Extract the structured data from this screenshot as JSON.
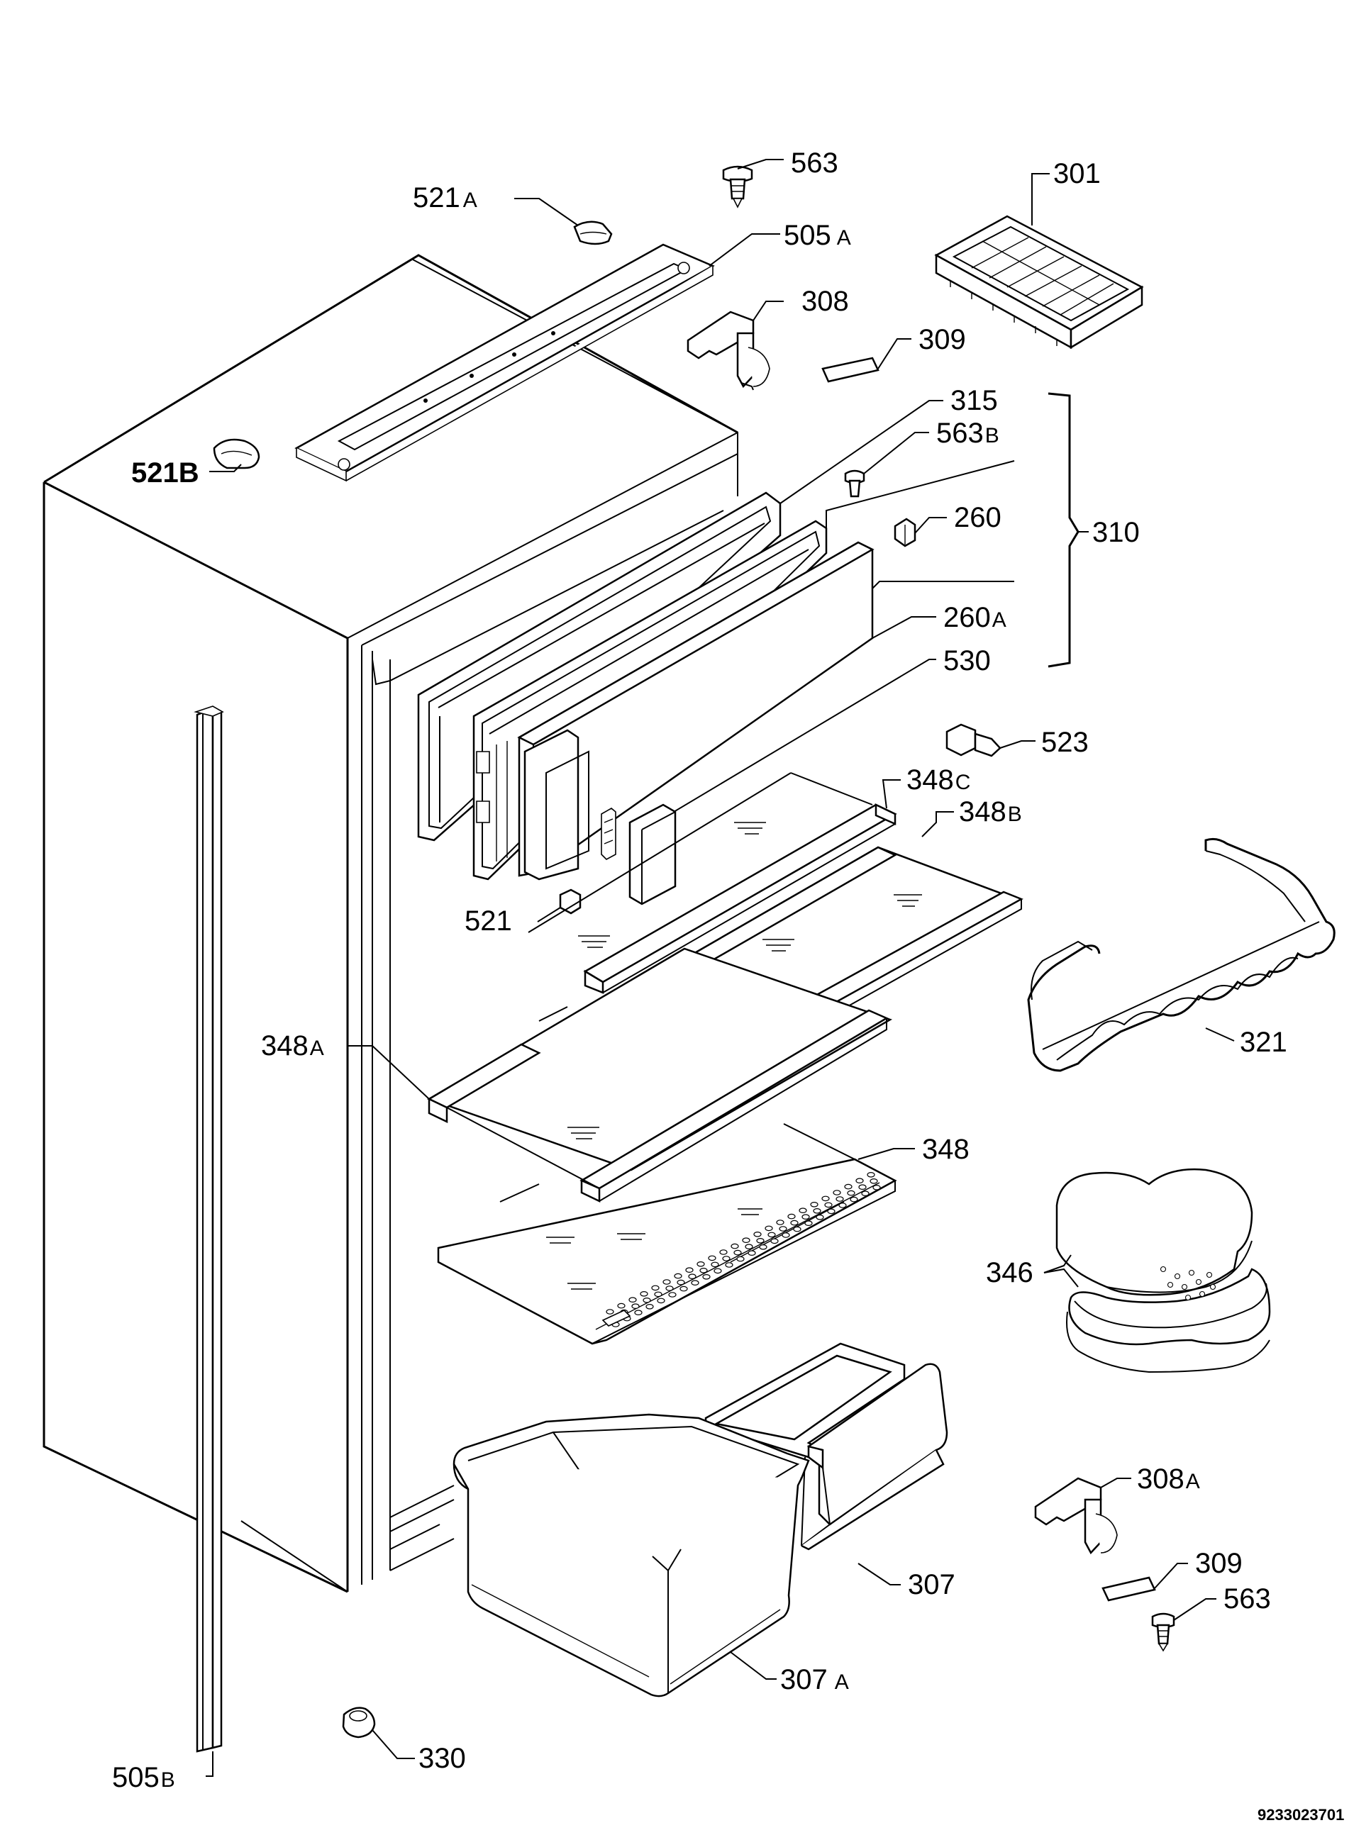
{
  "diagram": {
    "document_number": "9233023701",
    "callouts": [
      {
        "id": "c563a",
        "num": "563",
        "suffix": ""
      },
      {
        "id": "c521a",
        "num": "521",
        "suffix": "A"
      },
      {
        "id": "c505a",
        "num": "505",
        "suffix": "A"
      },
      {
        "id": "c301",
        "num": "301",
        "suffix": ""
      },
      {
        "id": "c308",
        "num": "308",
        "suffix": ""
      },
      {
        "id": "c309a",
        "num": "309",
        "suffix": ""
      },
      {
        "id": "c315",
        "num": "315",
        "suffix": ""
      },
      {
        "id": "c563b",
        "num": "563",
        "suffix": "B"
      },
      {
        "id": "c521b",
        "num": "521B",
        "suffix": ""
      },
      {
        "id": "c260",
        "num": "260",
        "suffix": ""
      },
      {
        "id": "c310",
        "num": "310",
        "suffix": ""
      },
      {
        "id": "c260a",
        "num": "260",
        "suffix": "A"
      },
      {
        "id": "c530",
        "num": "530",
        "suffix": ""
      },
      {
        "id": "c523",
        "num": "523",
        "suffix": ""
      },
      {
        "id": "c348c",
        "num": "348",
        "suffix": "C"
      },
      {
        "id": "c348b",
        "num": "348",
        "suffix": "B"
      },
      {
        "id": "c521",
        "num": "521",
        "suffix": ""
      },
      {
        "id": "c348a",
        "num": "348",
        "suffix": "A"
      },
      {
        "id": "c321",
        "num": "321",
        "suffix": ""
      },
      {
        "id": "c348",
        "num": "348",
        "suffix": ""
      },
      {
        "id": "c346",
        "num": "346",
        "suffix": ""
      },
      {
        "id": "c308a",
        "num": "308",
        "suffix": "A"
      },
      {
        "id": "c307",
        "num": "307",
        "suffix": ""
      },
      {
        "id": "c309b",
        "num": "309",
        "suffix": ""
      },
      {
        "id": "c563c",
        "num": "563",
        "suffix": ""
      },
      {
        "id": "c307a",
        "num": "307",
        "suffix": "A"
      },
      {
        "id": "c330",
        "num": "330",
        "suffix": ""
      },
      {
        "id": "c505b",
        "num": "505",
        "suffix": "B"
      }
    ]
  }
}
